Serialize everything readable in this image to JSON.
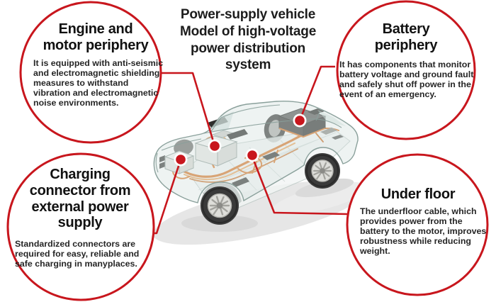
{
  "title": "Power-supply vehicle\nModel of high-voltage\npower distribution\nsystem",
  "colors": {
    "accent_red": "#c8161d",
    "heading_text": "#111111",
    "body_text": "#262626",
    "harness_orange": "#d9772a",
    "body_teal": "#d6e3df",
    "background": "#ffffff"
  },
  "callouts": [
    {
      "id": "engine",
      "heading": "Engine and\nmotor periphery",
      "body": "It is equipped with anti-seismic\nand electromagnetic shielding\nmeasures to withstand\nvibration and electromagnetic\nnoise environments."
    },
    {
      "id": "battery",
      "heading": "Battery\nperiphery",
      "body": "It has components that monitor\nbattery voltage and ground fault\nand safely shut off power in the\nevent of an emergency."
    },
    {
      "id": "charging",
      "heading": "Charging\nconnector from\nexternal power\nsupply",
      "body": "Standardized connectors are\nrequired for easy, reliable and\nsafe charging in manyplaces."
    },
    {
      "id": "underfloor",
      "heading": "Under floor",
      "body": "The underfloor cable, which\nprovides power from the\nbattery to the motor, improves\nrobustness while reducing\nweight."
    }
  ]
}
